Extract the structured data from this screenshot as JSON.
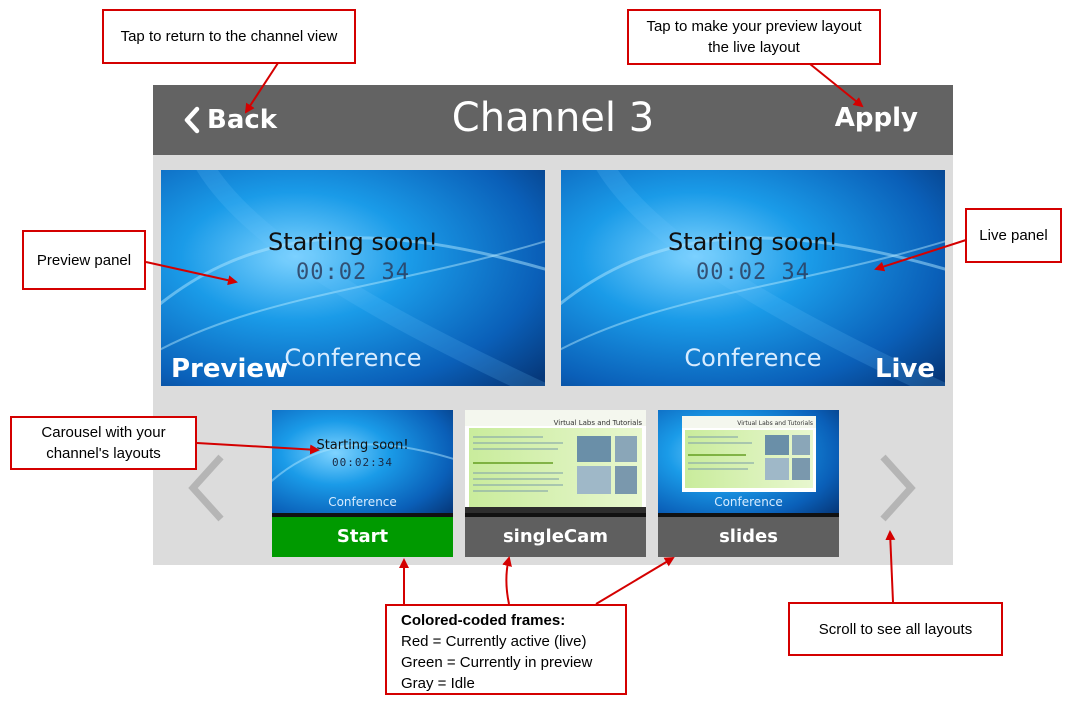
{
  "app": {
    "header": {
      "back_label": "Back",
      "title": "Channel 3",
      "apply_label": "Apply"
    },
    "preview_panel": {
      "label": "Preview",
      "slide_title": "Starting soon!",
      "timer": "00:02 34",
      "footer_text": "Conference"
    },
    "live_panel": {
      "label": "Live",
      "slide_title": "Starting soon!",
      "timer": "00:02 34",
      "footer_text": "Conference"
    },
    "carousel": {
      "layouts": [
        {
          "label": "Start",
          "frame_color": "#009a00",
          "slide_title": "Starting soon!",
          "timer": "00:02:34",
          "footer_text": "Conference"
        },
        {
          "label": "singleCam",
          "frame_color": "#5f5f5f",
          "header_text": "Virtual Labs and Tutorials"
        },
        {
          "label": "slides",
          "frame_color": "#5f5f5f",
          "header_text": "Virtual Labs and Tutorials",
          "footer_text": "Conference"
        }
      ]
    }
  },
  "annotations": {
    "back": "Tap to return to the channel view",
    "apply_line1": "Tap to make your preview layout",
    "apply_line2": "the live layout",
    "preview": "Preview panel",
    "live": "Live panel",
    "carousel_line1": "Carousel with your",
    "carousel_line2": "channel's layouts",
    "scroll": "Scroll to see all layouts",
    "frames": {
      "heading": "Colored-coded frames:",
      "red": "Red = Currently active (live)",
      "green": "Green = Currently in preview",
      "gray": "Gray = Idle"
    }
  },
  "colors": {
    "header_bg": "#636363",
    "body_bg": "#dcdcdc",
    "active_preview": "#009a00",
    "idle": "#5f5f5f",
    "callout_border": "#d40000"
  }
}
